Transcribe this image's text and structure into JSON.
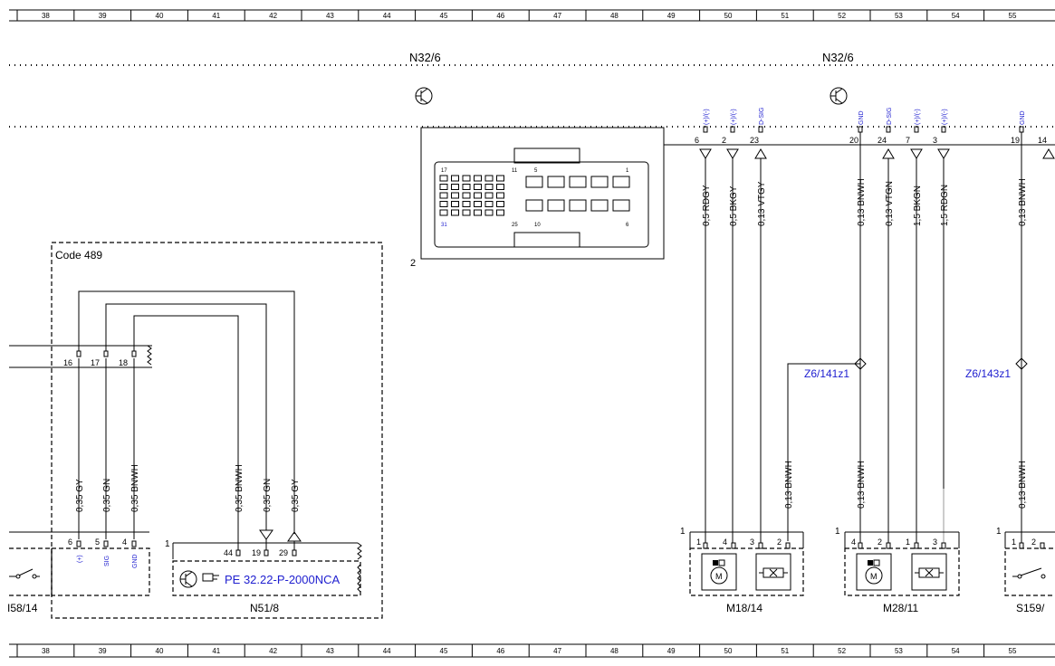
{
  "grid": {
    "columns": [
      "38",
      "39",
      "40",
      "41",
      "42",
      "43",
      "44",
      "45",
      "46",
      "47",
      "48",
      "49",
      "50",
      "51",
      "52",
      "53",
      "54",
      "55"
    ]
  },
  "labels": {
    "n32_6_left": "N32/6",
    "n32_6_right": "N32/6",
    "code_489": "Code 489",
    "n51_8": "N51/8",
    "m18_14": "M18/14",
    "m28_11": "M28/11",
    "i58_14": "I58/14",
    "s159": "S159/",
    "z6_141": "Z6/141z1",
    "z6_143": "Z6/143z1",
    "connector_num": "2",
    "n51_ref": "PE 32.22-P-2000NCA"
  },
  "top_pins": [
    {
      "sig": "(+)/(-)",
      "pin": "6",
      "wire": "0,5 RDGY"
    },
    {
      "sig": "(+)/(-)",
      "pin": "2",
      "wire": "0,5 BKGY"
    },
    {
      "sig": "D-SIG",
      "pin": "23",
      "wire": "0,13 VTGY"
    },
    {
      "sig": "GND",
      "pin": "20",
      "wire": "0,13 BNWH"
    },
    {
      "sig": "D-SIG",
      "pin": "24",
      "wire": "0,13 VTGN"
    },
    {
      "sig": "(+)/(-)",
      "pin": "7",
      "wire": "1,5 BKGN"
    },
    {
      "sig": "(+)/(-)",
      "pin": "3",
      "wire": "1,5 RDGN"
    },
    {
      "sig": "GND",
      "pin": "19",
      "wire": "0,13 BNWH"
    },
    {
      "sig": "",
      "pin": "14",
      "wire": ""
    }
  ],
  "left_wires": {
    "upper_pins": [
      "16",
      "17",
      "18"
    ],
    "wires": [
      "0,35 GY",
      "0,35 GN",
      "0,35 BNWH",
      "0,35 BNWH",
      "0,35 GN",
      "0,35 GY"
    ],
    "lower_pins": [
      "6",
      "5",
      "4"
    ],
    "lower_sigs": [
      "(+)",
      "SIG",
      "GND"
    ],
    "n51_pins": [
      "44",
      "19",
      "29"
    ],
    "n51_one": "1"
  },
  "lower_wires": {
    "z6_141_wire": "0,13 BNWH",
    "m28_gnd_wire": "0,13 BNWH",
    "s159_wire": "0,13 BNWH"
  },
  "m18_pins": [
    "1",
    "4",
    "3",
    "2"
  ],
  "m28_pins": [
    "4",
    "2",
    "1",
    "3"
  ],
  "s159_pins": [
    "1",
    "2"
  ],
  "block_ones": [
    "1",
    "1",
    "1"
  ],
  "connector_face": {
    "top": [
      "17",
      "11",
      "5",
      "1"
    ],
    "bottom": [
      "31",
      "25",
      "10",
      "6"
    ]
  }
}
